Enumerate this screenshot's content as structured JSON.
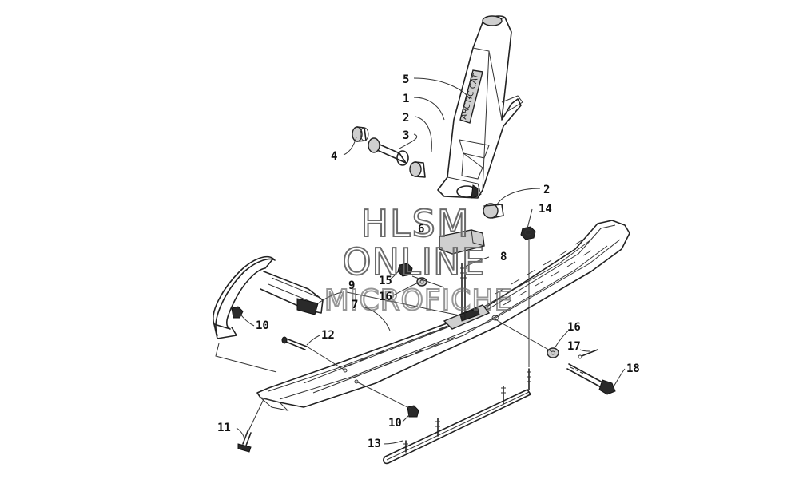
{
  "watermark": {
    "line1": "HLSM",
    "line2": "ONLINE",
    "line3": "MICROFICHE"
  },
  "callouts": [
    {
      "id": "c5",
      "text": "5"
    },
    {
      "id": "c1",
      "text": "1"
    },
    {
      "id": "c2a",
      "text": "2"
    },
    {
      "id": "c3",
      "text": "3"
    },
    {
      "id": "c4",
      "text": "4"
    },
    {
      "id": "c2b",
      "text": "2"
    },
    {
      "id": "c14",
      "text": "14"
    },
    {
      "id": "c6",
      "text": "6"
    },
    {
      "id": "c8",
      "text": "8"
    },
    {
      "id": "c15",
      "text": "15"
    },
    {
      "id": "c9",
      "text": "9"
    },
    {
      "id": "c16a",
      "text": "16"
    },
    {
      "id": "c7",
      "text": "7"
    },
    {
      "id": "c10a",
      "text": "10"
    },
    {
      "id": "c12",
      "text": "12"
    },
    {
      "id": "c16b",
      "text": "16"
    },
    {
      "id": "c17",
      "text": "17"
    },
    {
      "id": "c18",
      "text": "18"
    },
    {
      "id": "c10b",
      "text": "10"
    },
    {
      "id": "c11",
      "text": "11"
    },
    {
      "id": "c13",
      "text": "13"
    }
  ],
  "spindle_decal_text": "ARCTIC CAT"
}
